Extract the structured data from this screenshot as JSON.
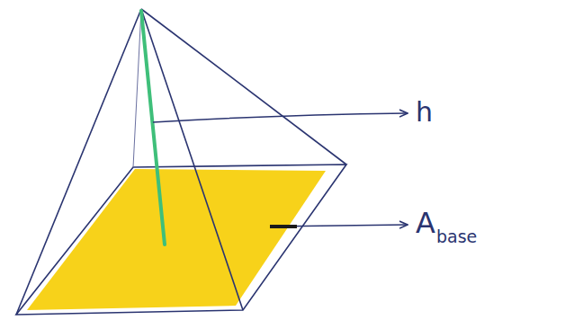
{
  "diagram": {
    "labels": [
      "h",
      "A",
      "base"
    ]
  }
}
